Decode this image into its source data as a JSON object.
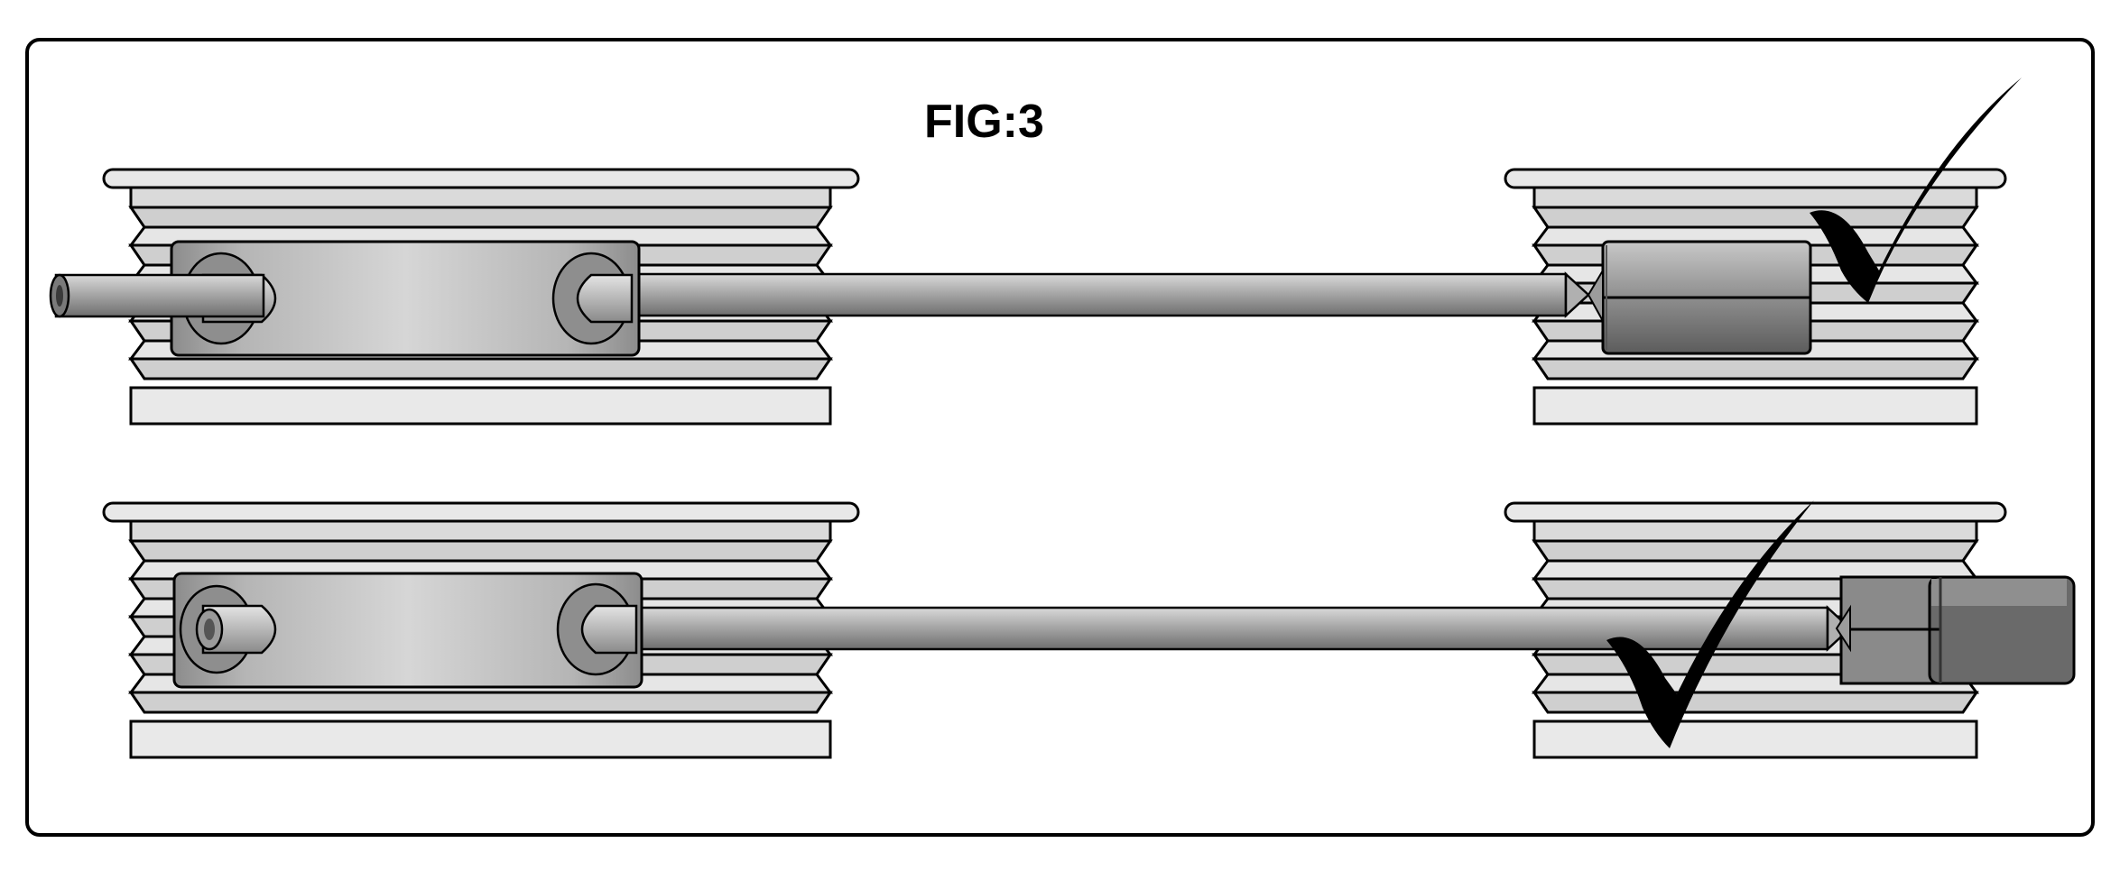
{
  "figure": {
    "title": "FIG:3"
  },
  "colors": {
    "outline": "#000000",
    "pulley_face": "#e6e6e6",
    "pulley_groove": "#cfcfcf",
    "bar_metal": "#9a9a9a",
    "bar_highlight": "#d2d2d2",
    "tool_dark": "#7a7a7a",
    "checkmark": "#000000"
  },
  "rows": [
    {
      "name": "top-assembly",
      "verdict": "correct",
      "target_tool": "cylindrical-target"
    },
    {
      "name": "bottom-assembly",
      "verdict": "correct",
      "target_tool": "square-target"
    }
  ]
}
